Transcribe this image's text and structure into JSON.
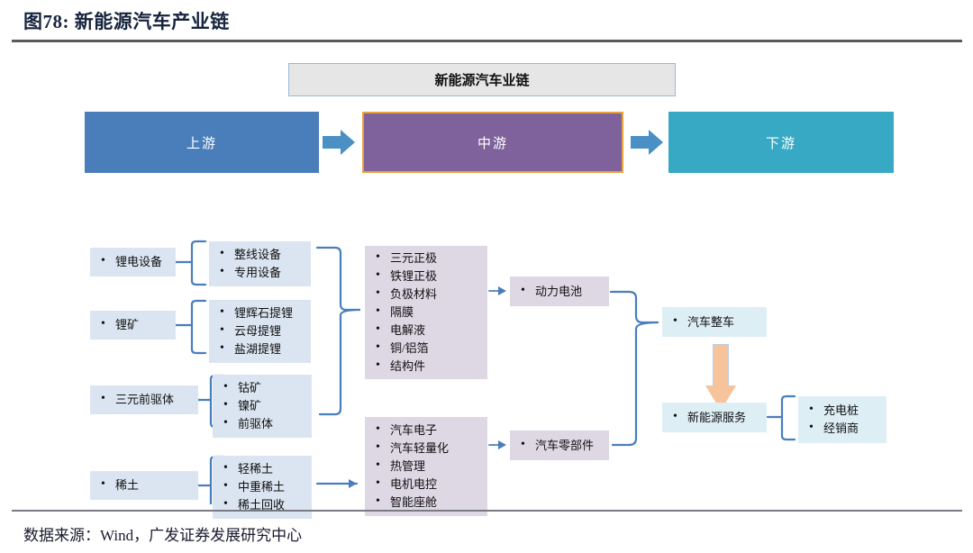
{
  "figure": {
    "title": "图78: 新能源汽车产业链",
    "source": "数据来源：Wind，广发证券发展研究中心"
  },
  "banner": {
    "label": "新能源汽车业链"
  },
  "stages": [
    {
      "name": "upstream",
      "label": "上游",
      "color": "#4a7ebb"
    },
    {
      "name": "midstream",
      "label": "中游",
      "color": "#7f629b",
      "border": "#e8a33d"
    },
    {
      "name": "downstream",
      "label": "下游",
      "color": "#38a9c4"
    }
  ],
  "upstream": {
    "groups": [
      {
        "parent": "锂电设备",
        "children": [
          "整线设备",
          "专用设备"
        ]
      },
      {
        "parent": "锂矿",
        "children": [
          "锂辉石提锂",
          "云母提锂",
          "盐湖提锂"
        ]
      },
      {
        "parent": "三元前驱体",
        "children": [
          "钴矿",
          "镍矿",
          "前驱体"
        ]
      },
      {
        "parent": "稀土",
        "children": [
          "轻稀土",
          "中重稀土",
          "稀土回收"
        ]
      }
    ]
  },
  "midstream": {
    "materials": [
      "三元正极",
      "铁锂正极",
      "负极材料",
      "隔膜",
      "电解液",
      "铜/铝箔",
      "结构件"
    ],
    "battery": "动力电池",
    "auto_parts_inputs": [
      "汽车电子",
      "汽车轻量化",
      "热管理",
      "电机电控",
      "智能座舱"
    ],
    "auto_parts": "汽车零部件"
  },
  "downstream": {
    "vehicle": "汽车整车",
    "service": "新能源服务",
    "service_children": [
      "充电桩",
      "经销商"
    ]
  },
  "colors": {
    "upstream_box": "#dbe5f1",
    "midstream_box": "#ded7e4",
    "downstream_box": "#ddeef5",
    "connector": "#4a7ebb",
    "vertical_arrow": "#f7c39a",
    "banner_bg": "#e6e6e6"
  }
}
